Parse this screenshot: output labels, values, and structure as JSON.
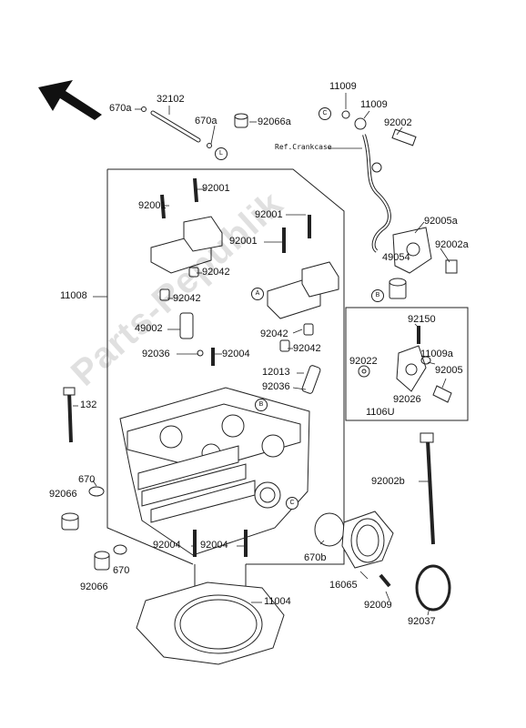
{
  "watermark": "Parts-Republik",
  "ref_text": "Ref.Crankcase",
  "callouts": {
    "C": "C",
    "L": "L",
    "A": "A",
    "B": "B"
  },
  "labels": {
    "p670a_1": "670a",
    "p32102": "32102",
    "p670a_2": "670a",
    "p92066a": "92066a",
    "p11009_1": "11009",
    "p11009_2": "11009",
    "p92002": "92002",
    "p92001_1": "92001",
    "p92001_2": "92001",
    "p92001_3": "92001",
    "p92001_4": "92001",
    "p92005a": "92005a",
    "p92002a": "92002a",
    "p49054": "49054",
    "p92042_1": "92042",
    "p92042_2": "92042",
    "p92042_3": "92042",
    "p92042_4": "92042",
    "p11008": "11008",
    "p49002": "49002",
    "p92036_1": "92036",
    "p92004_1": "92004",
    "p12013": "12013",
    "p92036_2": "92036",
    "p92150": "92150",
    "p11009a": "11009a",
    "p92022": "92022",
    "p92005": "92005",
    "p92026": "92026",
    "p1106u": "1106U",
    "p132": "132",
    "p670_1": "670",
    "p92066_1": "92066",
    "p92002b": "92002b",
    "p92004_2": "92004",
    "p92004_3": "92004",
    "p670_2": "670",
    "p92066_2": "92066",
    "p670b": "670b",
    "p16065": "16065",
    "p92009": "92009",
    "p11004": "11004",
    "p92037": "92037"
  }
}
